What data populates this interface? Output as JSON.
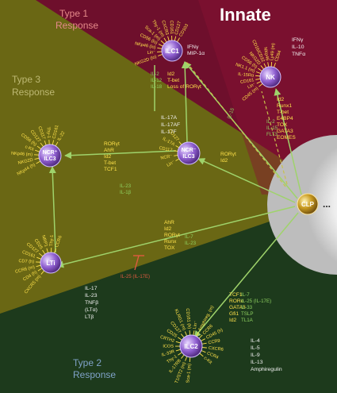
{
  "regions": {
    "type1": [
      "Type 1",
      "Response"
    ],
    "type3": [
      "Type 3",
      "Response"
    ],
    "type2": [
      "Type 2",
      "Response"
    ],
    "innate": "Innate"
  },
  "cells": {
    "ilc1": "ILC1",
    "nk": "NK",
    "ncr_pos_ilc3": [
      "NCR⁺",
      "ILC3"
    ],
    "ncr_neg_ilc3": [
      "NCR⁻",
      "ILC3"
    ],
    "clp": "CLP",
    "lti": "LTi",
    "ilc2": "ILC2",
    "ellipsis": "..."
  },
  "ilc1": {
    "markers": [
      "NKG2D (lo)",
      "Lin⁻",
      "NKp46 (lo)",
      "CD56 (lo)",
      "Sca-1 (m)",
      "Thy-1 (m)",
      "CXCR3",
      "CD161",
      "CD127",
      "CD103"
    ],
    "cytokines": [
      "IFNγ",
      "MIP-1α"
    ],
    "inducers": [
      "IL-2",
      "IL-12",
      "IL-18"
    ],
    "tfs": [
      "Id2",
      "T-bet",
      "Loss of RORγt"
    ]
  },
  "nk": {
    "markers": [
      "CD45 (m)",
      "Lin⁻",
      "CD161",
      "IL-15Rα",
      "NK1.1 (m)",
      "CD56 (h)",
      "NKG2D",
      "CD16/CD32",
      "NKp46",
      "Ly49 (m)",
      "CD94"
    ],
    "cytokines": [
      "IFNγ",
      "IL-10",
      "TNFα"
    ],
    "tfs": [
      "Id2",
      "Runx1",
      "T-bet",
      "E4BP4",
      "TOX",
      "GATA3",
      "EOMES"
    ],
    "inducers": [
      "IL-2",
      "IL-15",
      "FLT3"
    ],
    "inducer_link": "IL-15"
  },
  "ncr_pos_ilc3": {
    "markers": [
      "NKp44 (h)",
      "NKG2D",
      "NKp46 (m)",
      "c-Kit",
      "CD56 (h)",
      "CD127",
      "CD117",
      "Thy-1",
      "CD161",
      "IL-22"
    ]
  },
  "ncr_neg_ilc3": {
    "markers": [
      "Lin⁻",
      "NCR⁻",
      "CD117",
      "IL-17A",
      "CD127"
    ],
    "cytokines": [
      "IL-17A",
      "IL-17AF",
      "IL-17F"
    ],
    "tfs_left": [
      "RORγt",
      "AhR",
      "Id2",
      "T-bet",
      "TCF1"
    ],
    "tfs_right": [
      "RORγt",
      "Id2"
    ],
    "inducers": [
      "IL-23",
      "IL-1β"
    ]
  },
  "lti": {
    "markers": [
      "CXCR5 (m)",
      "CD4 (h)",
      "CCR6 (m)",
      "CD7 (h)",
      "CD161",
      "CD127",
      "CD25",
      "NRP1",
      "Thy-1",
      "CCR6"
    ],
    "cytokines": [
      "IL-17",
      "IL-23",
      "TNFβ",
      "(LTα)",
      "LTβ"
    ],
    "tfs": [
      "AhR",
      "Id2",
      "RORγt",
      "Runx",
      "TOX"
    ],
    "inducers": [
      "IL-7",
      "IL-23"
    ],
    "red_label": "IL-25 (IL-17E)"
  },
  "ilc2": {
    "markers": [
      "Sca-1 (m)",
      "T1/ST2 (m)",
      "IL-17RB",
      "Thy-1",
      "IL-33R",
      "ICOS",
      "CRTH2",
      "CD25",
      "CD127",
      "KLRG1 (m)",
      "CD161 (h)",
      "Lin⁻",
      "Amphireg. (m)",
      "CCR6",
      "CD45 (h)",
      "CCR9",
      "CXCR6",
      "CCR4",
      "c-Kit"
    ],
    "cytokines": [
      "IL-4",
      "IL-5",
      "IL-9",
      "IL-13",
      "Amphiregulin"
    ],
    "tfs": [
      "TCF1",
      "RORα",
      "GATA3",
      "Gfi1",
      "Id2"
    ],
    "inducers": [
      "IL-7",
      "IL-25 (IL-17E)",
      "IL-33",
      "TSLP",
      "TL1A"
    ]
  },
  "colors": {
    "type1_bg": "#7a1030",
    "type3_bg": "#6b6a12",
    "type2_bg": "#1c3a1c",
    "arrow": "#9fd36b",
    "marker_text": "#ffe24a",
    "cell_fill": "#5a2d8c"
  }
}
